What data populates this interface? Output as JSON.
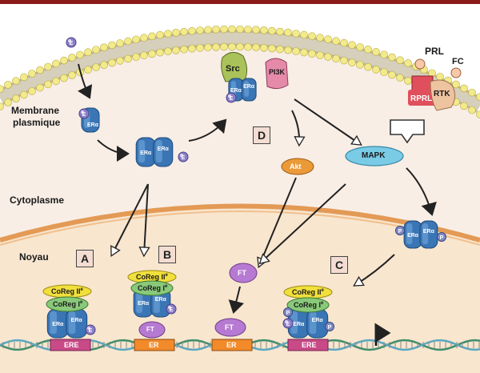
{
  "compartments": {
    "membrane_line1": "Membrane",
    "membrane_line2": "plasmique",
    "cytoplasm": "Cytoplasme",
    "nucleus": "Noyau"
  },
  "pathway_labels": {
    "A": "A",
    "B": "B",
    "C": "C",
    "D": "D"
  },
  "ligands": {
    "estrogen": "E",
    "prl": "PRL",
    "fc": "FC"
  },
  "receptors": {
    "er_alpha": "ERα",
    "src": "Src",
    "pi3k": "PI3K",
    "rprl": "RPRL",
    "rtk": "RTK"
  },
  "kinases": {
    "mapk": "MAPK",
    "akt": "Akt",
    "phospho": "P"
  },
  "nuclear": {
    "coreg2": "CoReg II",
    "coreg1": "CoReg I",
    "tf": "FT",
    "ere": "ERE",
    "er_site": "ER",
    "superscript": "e"
  },
  "colors": {
    "frame": "#8b1a1a",
    "lipid_head": "#f3ea8a",
    "lipid_tail": "#bdb5a0",
    "cytoplasm": "#f8eee6",
    "nucleus": "#f8e6cf",
    "nuclear_envelope": "#e39a55",
    "receptor_blue": "#3a75b5",
    "ligand_violet": "#8a7fc6",
    "src_green": "#a9c25a",
    "pi3k_pink": "#e58aa8",
    "rprl_red": "#e0505c",
    "rtk_peach": "#eec3a0",
    "mapk_cyan": "#79cbe6",
    "akt_orange": "#eb9a38",
    "ft_purple": "#b67ad2",
    "coreg_yellow": "#f1df3c",
    "coreg_green": "#89c97a",
    "ere_pink": "#c84a87",
    "er_orange": "#f28a2a"
  }
}
